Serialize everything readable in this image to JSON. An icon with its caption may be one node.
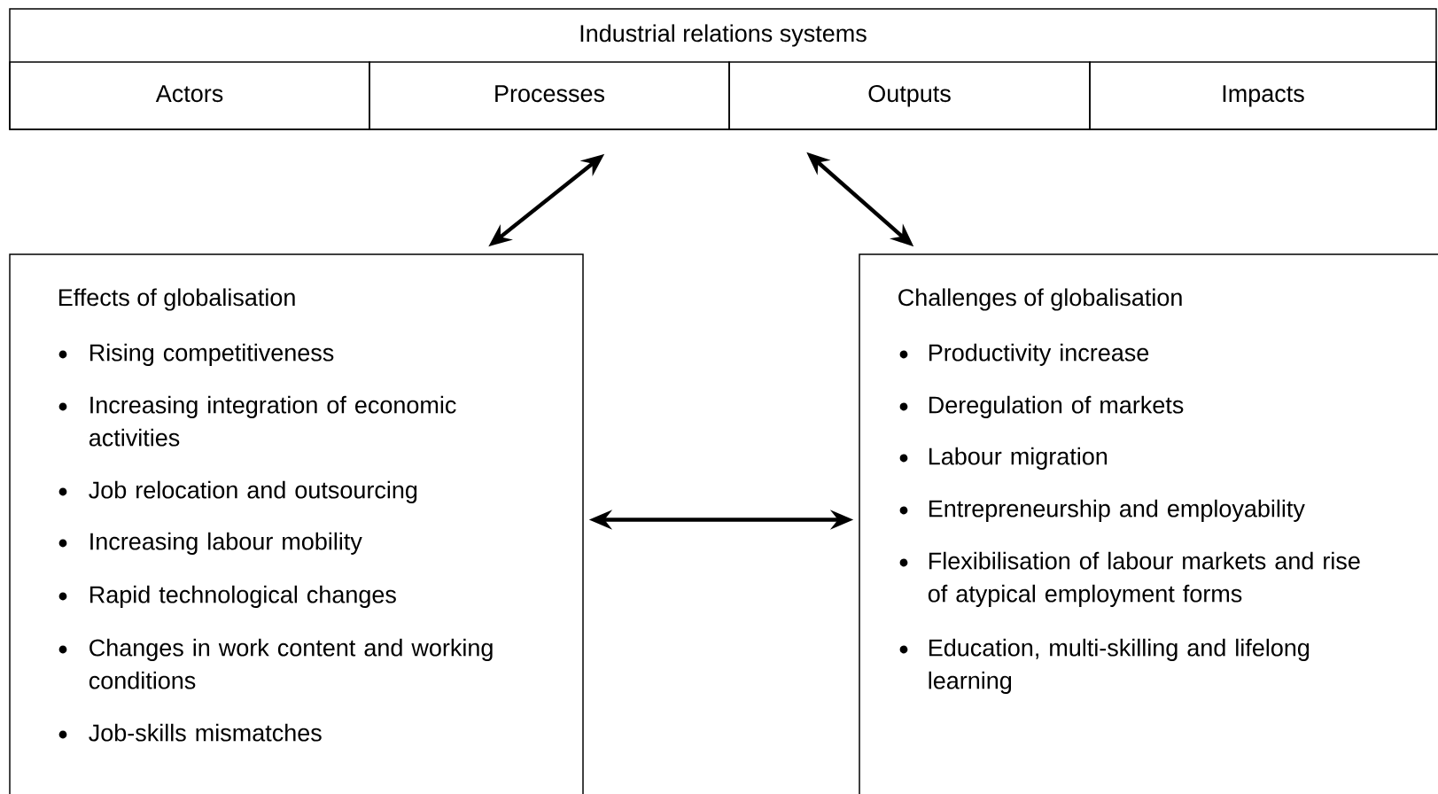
{
  "diagram": {
    "nodes": [
      {
        "text": [
          "Industrial relations systems"
        ]
      },
      {
        "text": [
          "Actors"
        ],
        "in": 0
      },
      {
        "text": [
          "Processes"
        ],
        "in": 0
      },
      {
        "text": [
          "Outputs"
        ],
        "in": 0
      },
      {
        "text": [
          "Impacts"
        ],
        "in": 0
      },
      {
        "text": [
          "Effects of globalisation",
          "Rising competitiveness",
          "Increasing integration of economic activities",
          "Job relocation and outsourcing",
          "Increasing labour mobility",
          "Rapid technological changes",
          "Changes in work content and working conditions",
          "Job-skills mismatches"
        ]
      },
      {
        "text": [
          "Challenges of globalisation",
          "Productivity increase",
          "Deregulation of markets",
          "Labour migration",
          "Entrepreneurship and employability",
          "Flexibilisation of labour markets and rise of atypical employment forms",
          "Education, multi-skilling and lifelong learning"
        ]
      }
    ],
    "edges": [
      {
        "from": 2,
        "to": 5,
        "arrow": "both"
      },
      {
        "from": 3,
        "to": 6,
        "arrow": "both"
      },
      {
        "from": 5,
        "to": 6,
        "arrow": "both"
      }
    ]
  }
}
